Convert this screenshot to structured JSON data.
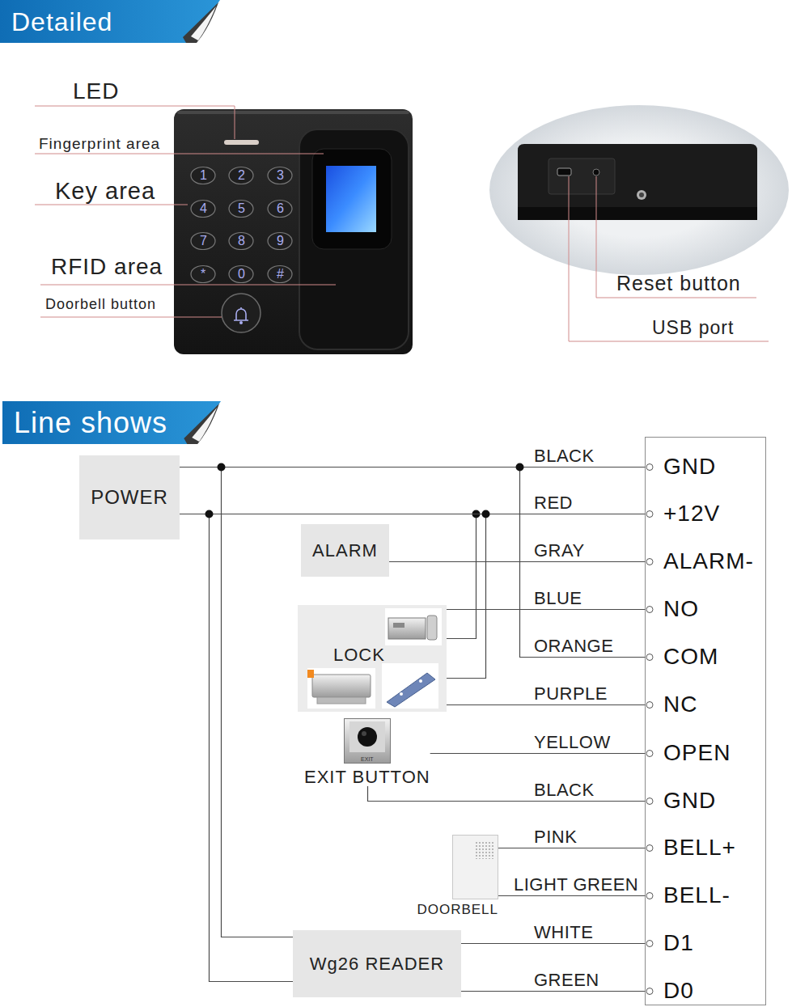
{
  "diagram": {
    "nodes": [
      {
        "text": [
          "Detailed"
        ]
      },
      {
        "text": [
          "Line shows"
        ]
      },
      {
        "text": [
          "POWER"
        ]
      },
      {
        "text": [
          "ALARM"
        ]
      },
      {
        "text": [
          "LOCK"
        ]
      },
      {
        "text": [
          "EXIT",
          "EXIT BUTTON"
        ]
      },
      {
        "text": [
          "DOORBELL"
        ]
      },
      {
        "text": [
          "Wg26 READER"
        ]
      },
      {
        "text": [
          "GND",
          "+12V",
          "ALARM-",
          "NO",
          "COM",
          "NC",
          "OPEN",
          "GND",
          "BELL+",
          "BELL-",
          "D1",
          "D0"
        ]
      }
    ],
    "edges": [
      {
        "from": 2,
        "to": 8,
        "label": "BLACK",
        "arrow": "none"
      },
      {
        "from": 2,
        "to": 8,
        "label": "ORANGE",
        "arrow": "none"
      },
      {
        "from": 2,
        "to": 7,
        "arrow": "none"
      },
      {
        "from": 2,
        "to": 8,
        "label": "RED",
        "arrow": "none"
      },
      {
        "from": 2,
        "to": 4,
        "arrow": "none"
      },
      {
        "from": 2,
        "to": 4,
        "arrow": "none"
      },
      {
        "from": 2,
        "to": 7,
        "arrow": "none"
      },
      {
        "from": 3,
        "to": 8,
        "label": "GRAY",
        "arrow": "none"
      },
      {
        "from": 4,
        "to": 8,
        "label": "BLUE",
        "arrow": "none"
      },
      {
        "from": 4,
        "to": 8,
        "label": "PURPLE",
        "arrow": "none"
      },
      {
        "from": 5,
        "to": 8,
        "label": "YELLOW",
        "arrow": "none"
      },
      {
        "from": 5,
        "to": 8,
        "label": "BLACK",
        "arrow": "none"
      },
      {
        "from": 6,
        "to": 8,
        "label": "PINK",
        "arrow": "none"
      },
      {
        "from": 6,
        "to": 8,
        "label": "LIGHT GREEN",
        "arrow": "none"
      },
      {
        "from": 7,
        "to": 8,
        "label": "WHITE",
        "arrow": "none"
      },
      {
        "from": 7,
        "to": 8,
        "label": "GREEN",
        "arrow": "none"
      }
    ],
    "labels": [
      "LED",
      "Fingerprint area",
      "Key area",
      "RFID area",
      "Doorbell button",
      "Reset button",
      "USB port",
      "1",
      "2",
      "3",
      "4",
      "5",
      "6",
      "7",
      "8",
      "9",
      "*",
      "0",
      "#"
    ]
  }
}
